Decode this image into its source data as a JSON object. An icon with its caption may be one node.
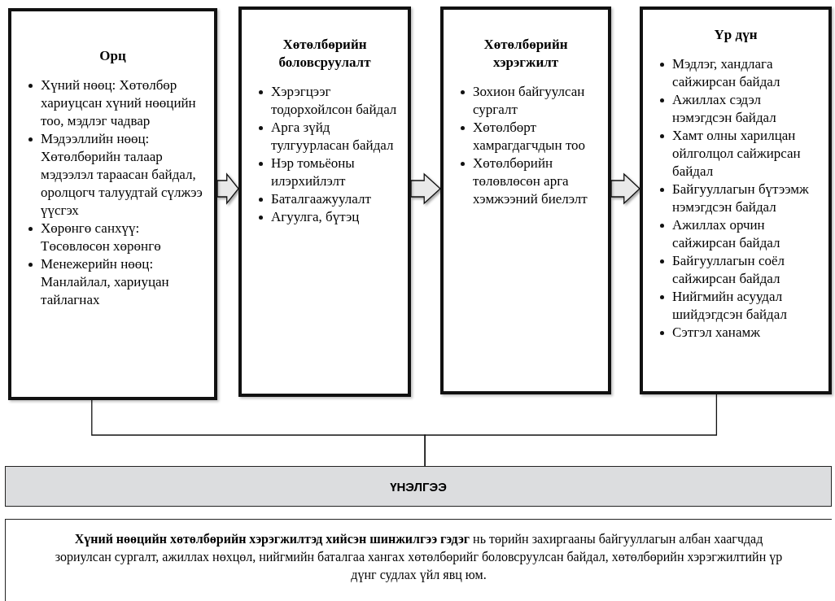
{
  "diagram": {
    "nodes": [
      {
        "text": [
          "Орц",
          "Хүний нөөц: Хөтөлбөр хариуцсан хүний нөөцийн тоо, мэдлэг чадвар",
          "Мэдээллийн нөөц: Хөтөлбөрийн талаар мэдээлэл тараасан байдал, оролцогч талуудтай сүлжээ үүсгэх",
          "Хөрөнгө санхүү: Төсөвлөсөн хөрөнгө",
          "Менежерийн нөөц: Манлайлал, хариуцан тайлагнах"
        ]
      },
      {
        "text": [
          "Хөтөлбөрийн боловсруулалт",
          "Хэрэгцээг тодорхойлсон байдал",
          "Арга зүйд тулгуурласан байдал",
          "Нэр томьёоны илэрхийлэлт",
          "Баталгаажуулалт",
          "Агуулга, бүтэц"
        ]
      },
      {
        "text": [
          "Хөтөлбөрийн хэрэгжилт",
          "Зохион байгуулсан сургалт",
          "Хөтөлбөрт хамрагдагчдын тоо",
          "Хөтөлбөрийн төлөвлөсөн арга хэмжээний биелэлт"
        ]
      },
      {
        "text": [
          "Үр дүн",
          "Мэдлэг, хандлага сайжирсан байдал",
          "Ажиллах сэдэл нэмэгдсэн байдал",
          "Хамт олны харилцан ойлголцол сайжирсан байдал",
          "Байгууллагын бүтээмж нэмэгдсэн байдал",
          "Ажиллах орчин сайжирсан  байдал",
          "Байгууллагын соёл сайжирсан байдал",
          "Нийгмийн асуудал шийдэгдсэн байдал",
          "Сэтгэл ханамж"
        ]
      },
      {
        "text": [
          "ҮНЭЛГЭЭ"
        ]
      },
      {
        "text": [
          "**Хүний нөөцийн хөтөлбөрийн хэрэгжилтэд хийсэн шинжилгээ гэдэг** нь төрийн захиргааны байгууллагын албан хаагчдад зориулсан сургалт, ажиллах нөхцөл, нийгмийн баталгаа хангах хөтөлбөрийг боловсруулсан байдал, хөтөлбөрийн хэрэгжилтийн үр дүнг судлах үйл явц юм."
        ]
      }
    ],
    "edges": [
      {
        "from": 0,
        "to": 1,
        "arrow": "to",
        "style": "thick"
      },
      {
        "from": 1,
        "to": 2,
        "arrow": "to",
        "style": "thick"
      },
      {
        "from": 2,
        "to": 3,
        "arrow": "to",
        "style": "thick"
      },
      {
        "from": 0,
        "to": 4,
        "arrow": "none"
      },
      {
        "from": 3,
        "to": 4,
        "arrow": "none"
      }
    ]
  }
}
